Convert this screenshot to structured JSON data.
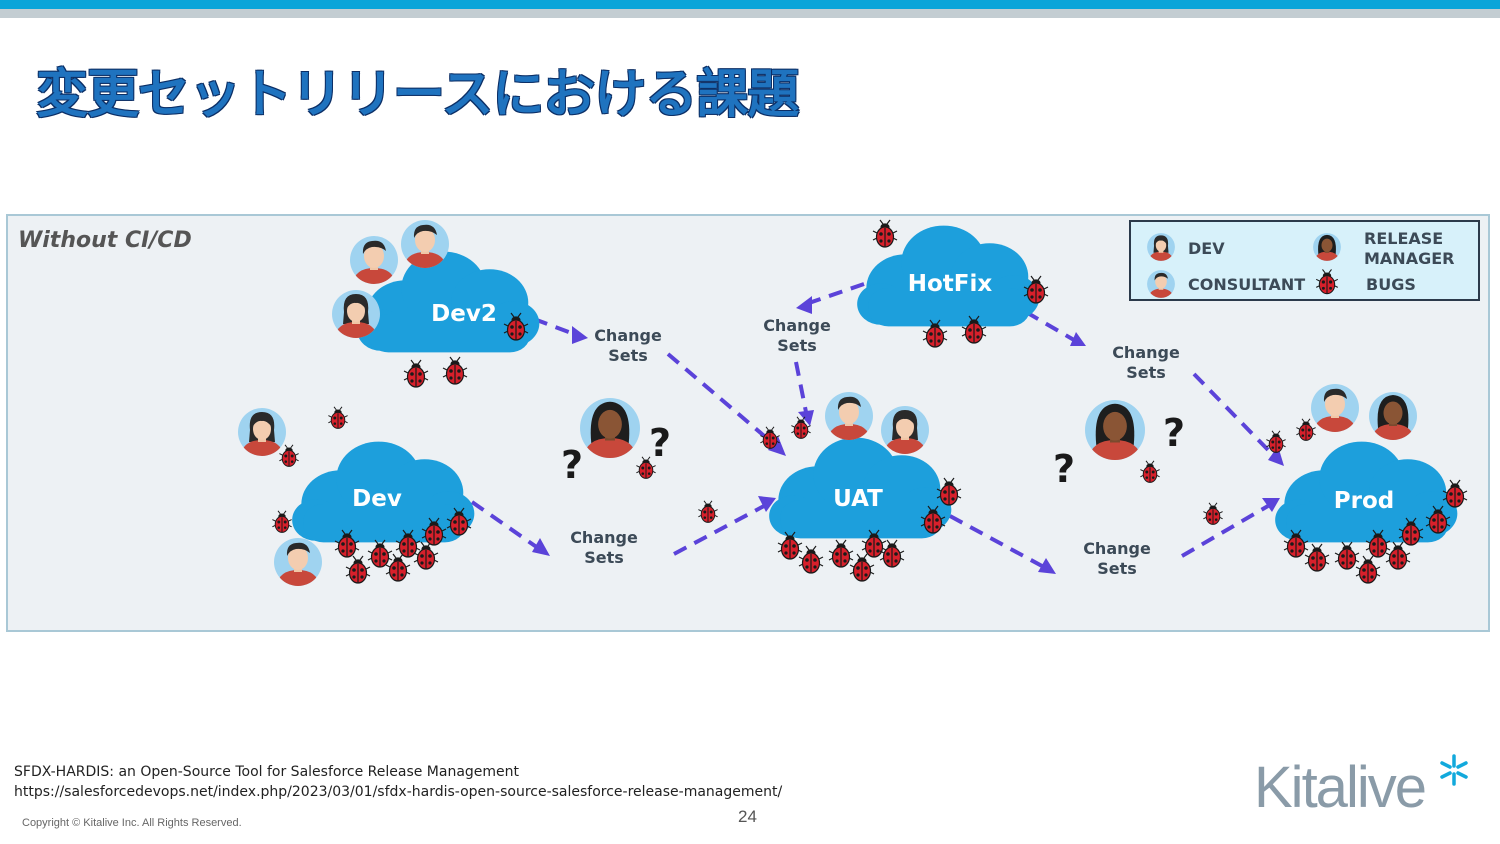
{
  "slide": {
    "title": "変更セットリリースにおける課題",
    "page_number": "24",
    "copyright": "Copyright © Kitalive Inc. All Rights Reserved.",
    "source_title": "SFDX-HARDIS: an Open-Source Tool for Salesforce Release Management",
    "source_url": "https://salesforcedevops.net/index.php/2023/03/01/sfdx-hardis-open-source-salesforce-release-management/",
    "logo_text": "Kitalive"
  },
  "diagram": {
    "heading": "Without CI/CD",
    "clouds": {
      "dev2": "Dev2",
      "dev": "Dev",
      "uat": "UAT",
      "hotfix": "HotFix",
      "prod": "Prod"
    },
    "change_sets_line1": "Change",
    "change_sets_line2": "Sets",
    "question_mark": "?",
    "legend": {
      "dev": "DEV",
      "consultant": "CONSULTANT",
      "release_manager_line1": "RELEASE",
      "release_manager_line2": "MANAGER",
      "bugs": "BUGS"
    },
    "colors": {
      "cloud": "#1d9fdc",
      "panel_bg": "#edf1f4",
      "panel_border": "#a9c8d6",
      "arrow": "#5b43d9",
      "bug": "#d7202b",
      "legend_bg": "#d7f1fa"
    }
  }
}
